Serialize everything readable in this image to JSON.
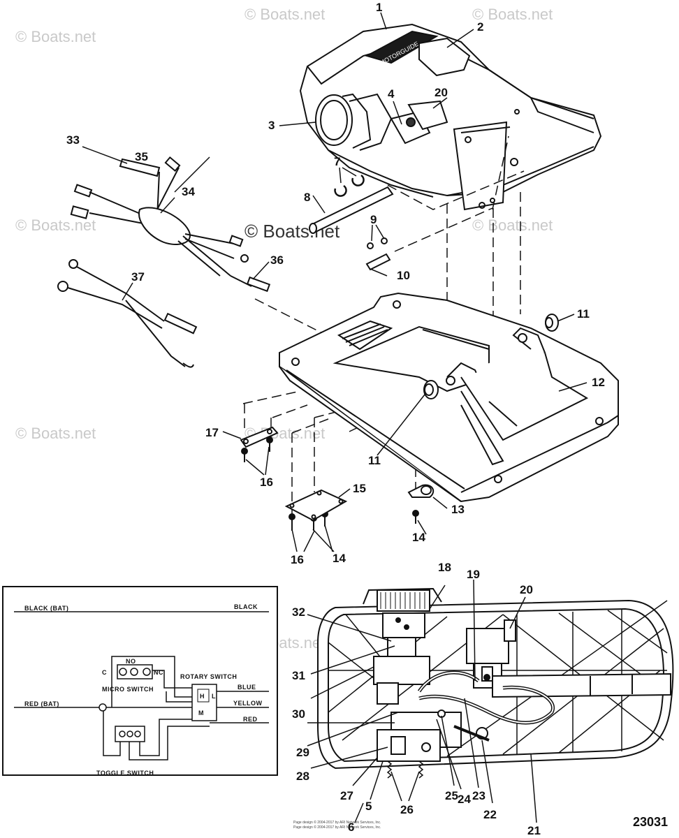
{
  "watermark": "© Boats.net",
  "center_watermark": "© Boats.net",
  "brand_label": "MOTORGUIDE",
  "figure_number": "23031",
  "footer_small": [
    "Page design © 2004-2017 by ARI Network Services, Inc.",
    "Page design © 2004-2017 by ARI Network Services, Inc."
  ],
  "callouts": [
    "1",
    "2",
    "3",
    "4",
    "20",
    "33",
    "35",
    "7",
    "34",
    "8",
    "9",
    "36",
    "10",
    "37",
    "11",
    "12",
    "11",
    "17",
    "16",
    "15",
    "13",
    "14",
    "16",
    "14",
    "18",
    "19",
    "20",
    "32",
    "31",
    "30",
    "29",
    "28",
    "27",
    "5",
    "26",
    "6",
    "25",
    "24",
    "23",
    "22",
    "21"
  ],
  "schematic": {
    "black_bat": "BLACK (BAT)",
    "black": "BLACK",
    "no": "NO",
    "c": "C",
    "nc": "NC",
    "rotary_switch": "ROTARY SWITCH",
    "micro_switch": "MICRO SWITCH",
    "blue": "BLUE",
    "red_bat": "RED (BAT)",
    "yellow": "YELLOW",
    "red": "RED",
    "toggle_switch": "TOGGLE SWITCH",
    "rotary_letters": [
      "H",
      "L",
      "M"
    ]
  }
}
